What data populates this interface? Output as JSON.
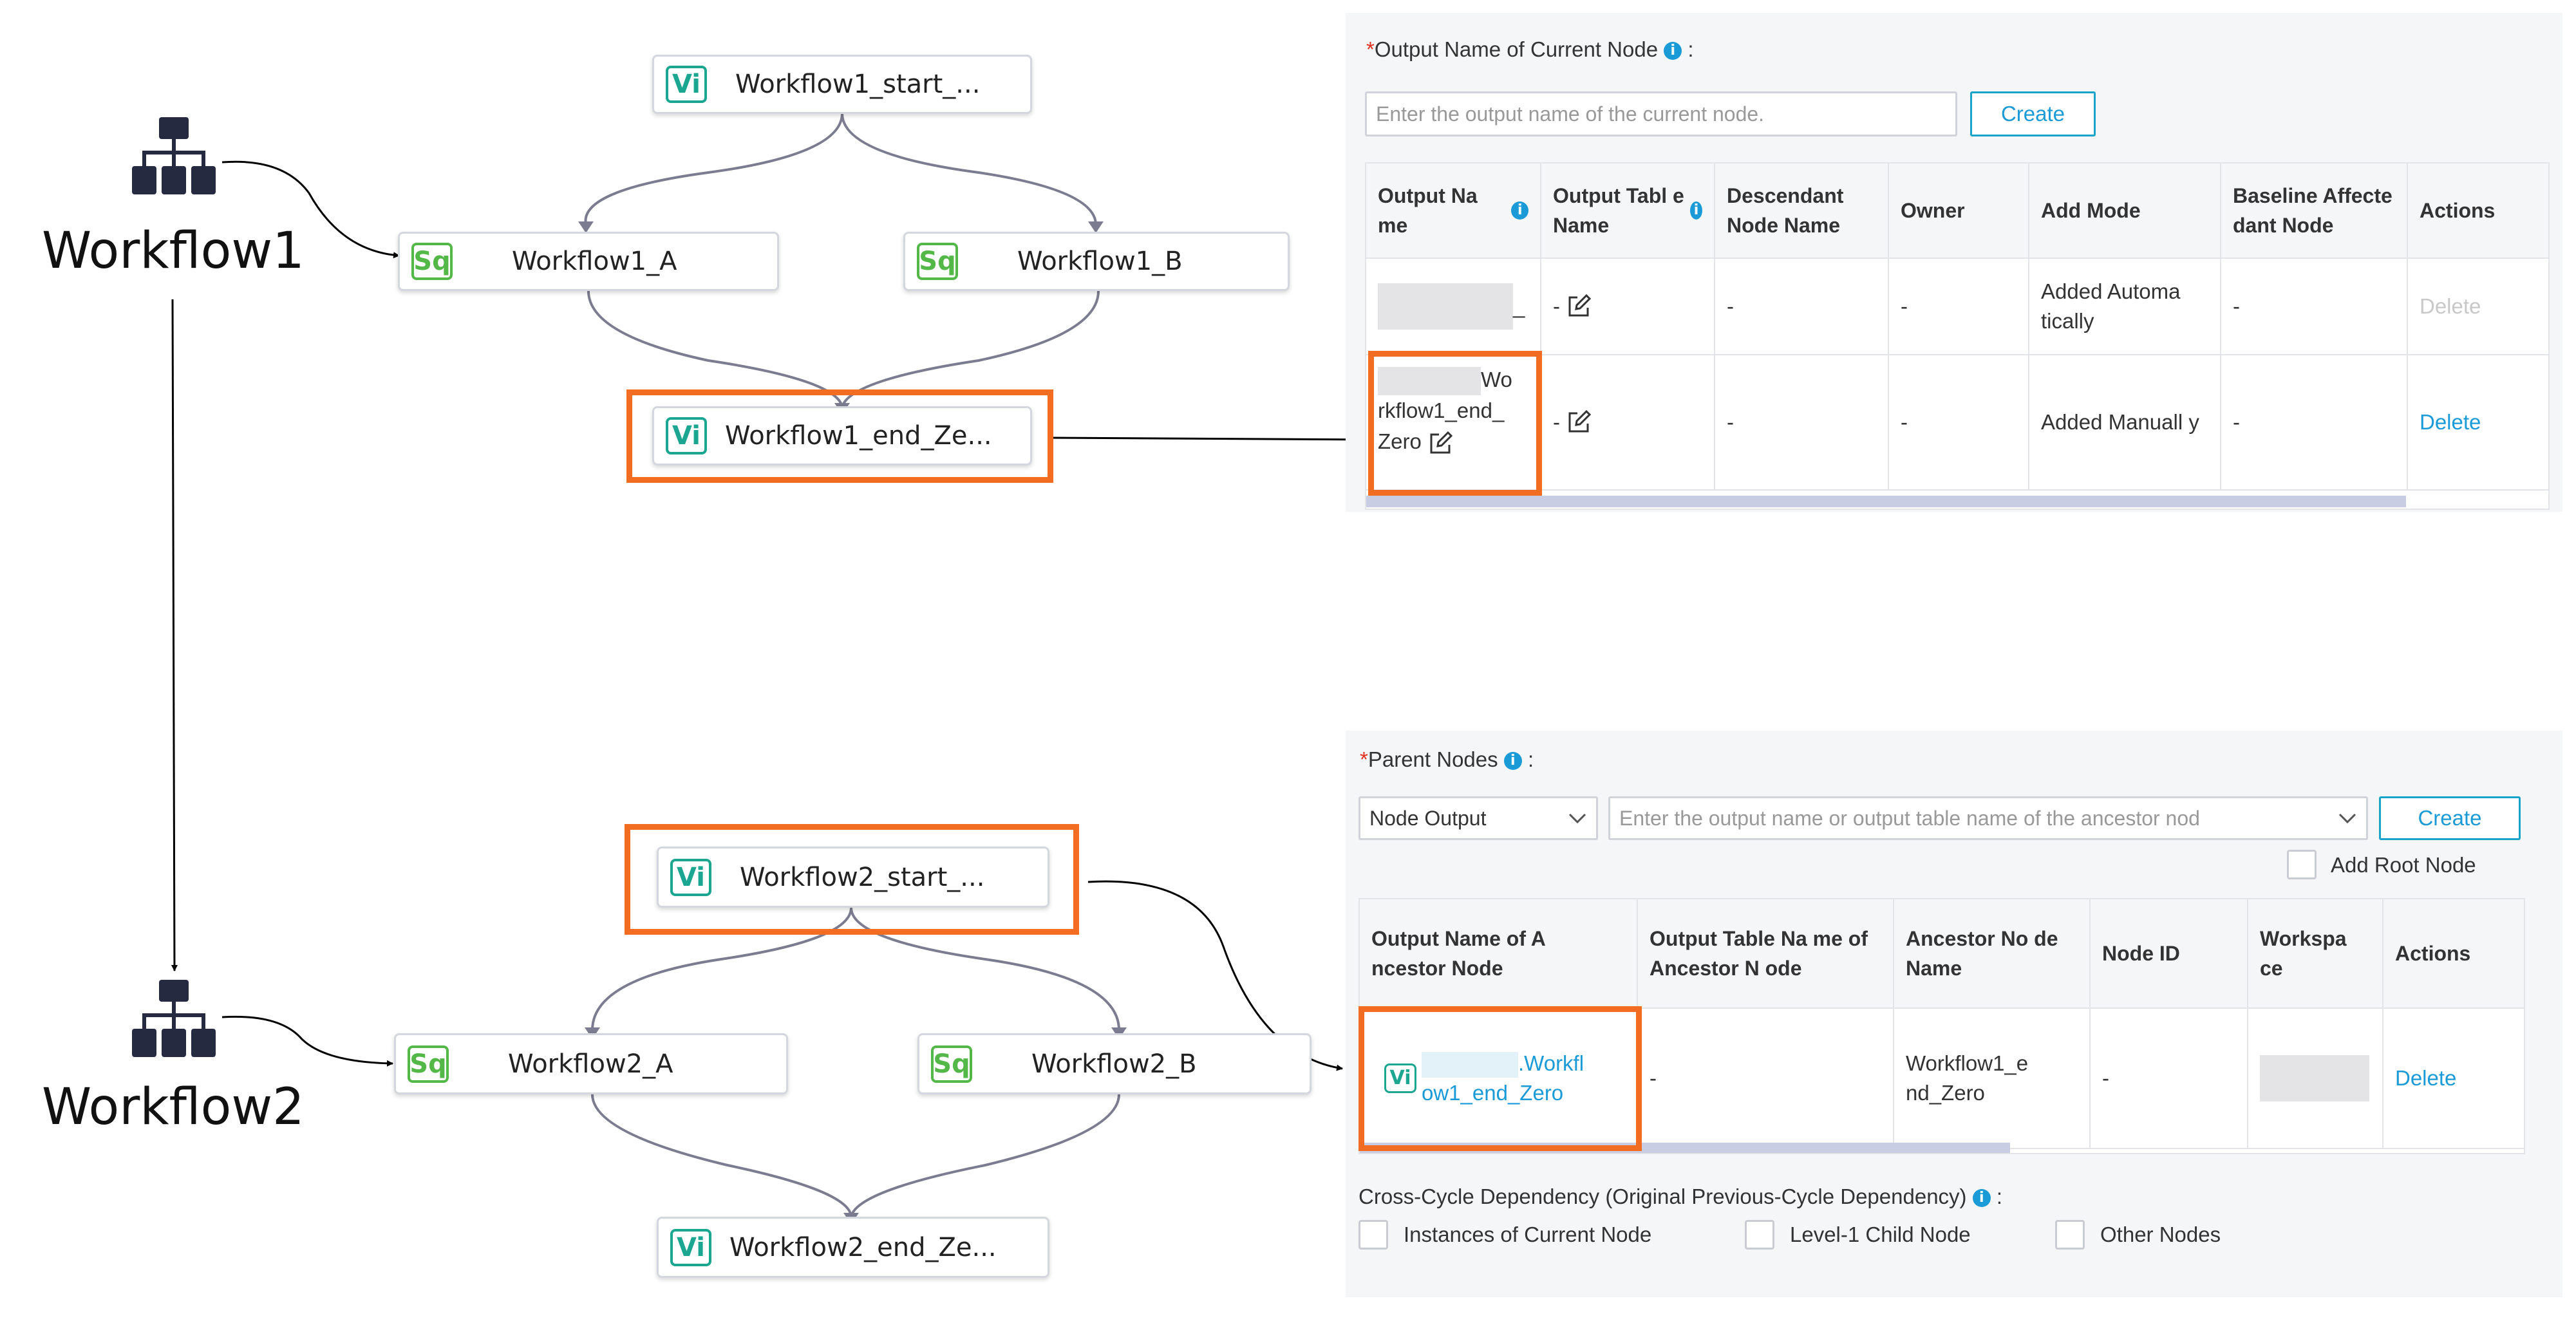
{
  "workflows": {
    "w1": {
      "label": "Workflow1",
      "nodes": {
        "start": {
          "badge": "Vi",
          "name": "Workflow1_start_..."
        },
        "a": {
          "badge": "Sq",
          "name": "Workflow1_A"
        },
        "b": {
          "badge": "Sq",
          "name": "Workflow1_B"
        },
        "end": {
          "badge": "Vi",
          "name": "Workflow1_end_Ze..."
        }
      }
    },
    "w2": {
      "label": "Workflow2",
      "nodes": {
        "start": {
          "badge": "Vi",
          "name": "Workflow2_start_..."
        },
        "a": {
          "badge": "Sq",
          "name": "Workflow2_A"
        },
        "b": {
          "badge": "Sq",
          "name": "Workflow2_B"
        },
        "end": {
          "badge": "Vi",
          "name": "Workflow2_end_Ze..."
        }
      }
    }
  },
  "output_panel": {
    "required_mark": "*",
    "label": "Output Name of Current Node",
    "colon": ":",
    "input_placeholder": "Enter the output name of the current node.",
    "create_label": "Create",
    "headers": [
      "Output Na me",
      "Output Tabl e Name",
      "Descendant Node Name",
      "Owner",
      "Add Mode",
      "Baseline Affecte dant Node",
      "Actions"
    ],
    "rows": [
      {
        "output_name": "_",
        "table_name": "-",
        "descendant": "-",
        "owner": "-",
        "add_mode": "Added Automa tically",
        "baseline": "-",
        "action": "Delete"
      },
      {
        "output_name": "Wo rkflow1_end_ Zero",
        "table_name": "-",
        "descendant": "-",
        "owner": "-",
        "add_mode": "Added Manuall y",
        "baseline": "-",
        "action": "Delete"
      }
    ]
  },
  "parent_panel": {
    "required_mark": "*",
    "label": "Parent Nodes",
    "colon": ":",
    "select_value": "Node Output",
    "search_placeholder": "Enter the output name or output table name of the ancestor nod",
    "create_label": "Create",
    "root_label": "Add Root Node",
    "headers": [
      "Output Name of A ncestor Node",
      "Output Table Na me of Ancestor N ode",
      "Ancestor No de Name",
      "Node ID",
      "Workspa ce",
      "Actions"
    ],
    "rows": [
      {
        "badge": "Vi",
        "output_name": ".Workfl ow1_end_Zero",
        "table_name": "-",
        "ancestor": "Workflow1_e nd_Zero",
        "node_id": "-",
        "action": "Delete"
      }
    ],
    "cross_label": "Cross-Cycle Dependency (Original Previous-Cycle Dependency)",
    "cross_colon": ":",
    "options": [
      "Instances of Current Node",
      "Level-1 Child Node",
      "Other Nodes"
    ]
  },
  "colors": {
    "highlight": "#f26d21",
    "link": "#1a9bd7",
    "vi_badge": "#1aa690",
    "sq_badge": "#54b848"
  },
  "icons": {
    "workflow": "org-chart-icon",
    "info": "info-circle-icon",
    "edit": "edit-icon",
    "dropdown": "chevron-down-icon"
  }
}
